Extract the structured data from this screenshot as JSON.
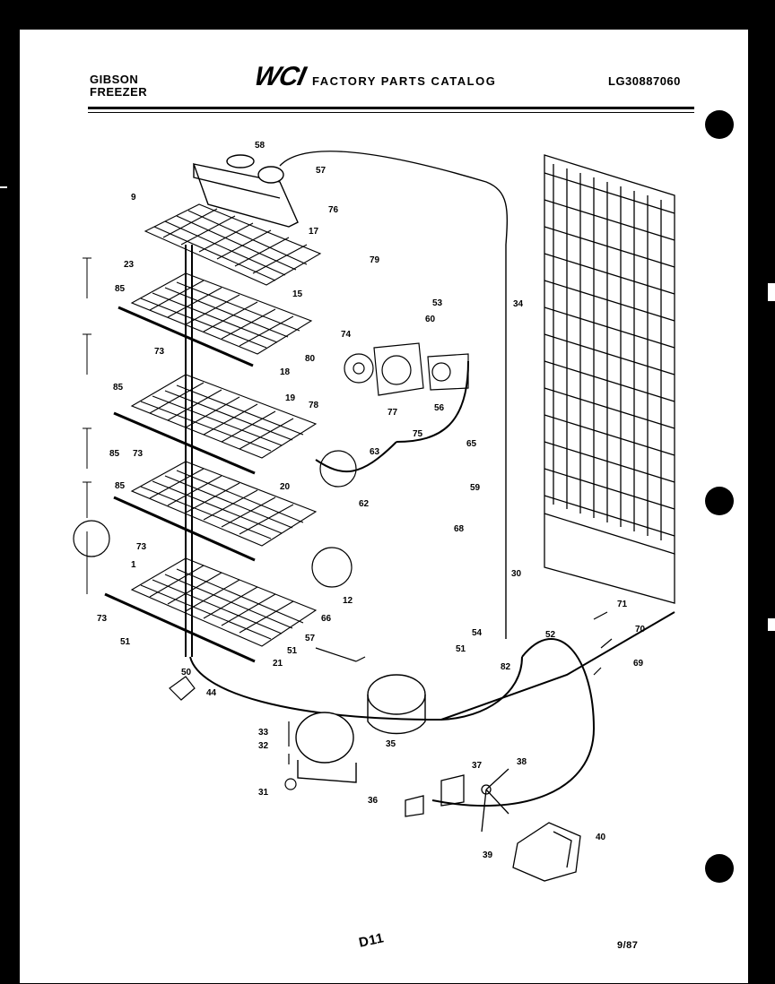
{
  "header": {
    "brand_line1": "GIBSON",
    "brand_line2": "FREEZER",
    "logo": "WCI",
    "catalog_title": "FACTORY PARTS CATALOG",
    "model_number": "LG30887060"
  },
  "footer": {
    "page_code": "D11",
    "date": "9/87"
  },
  "callouts": [
    "58",
    "57",
    "9",
    "76",
    "17",
    "79",
    "23",
    "85",
    "15",
    "53",
    "34",
    "60",
    "74",
    "73",
    "18",
    "80",
    "85",
    "77",
    "56",
    "78",
    "75",
    "19",
    "65",
    "73",
    "85",
    "63",
    "85",
    "59",
    "20",
    "62",
    "68",
    "73",
    "1",
    "30",
    "12",
    "71",
    "73",
    "66",
    "54",
    "52",
    "51",
    "57",
    "70",
    "51",
    "51",
    "82",
    "50",
    "21",
    "69",
    "44",
    "33",
    "32",
    "35",
    "37",
    "38",
    "31",
    "36",
    "40",
    "39"
  ]
}
